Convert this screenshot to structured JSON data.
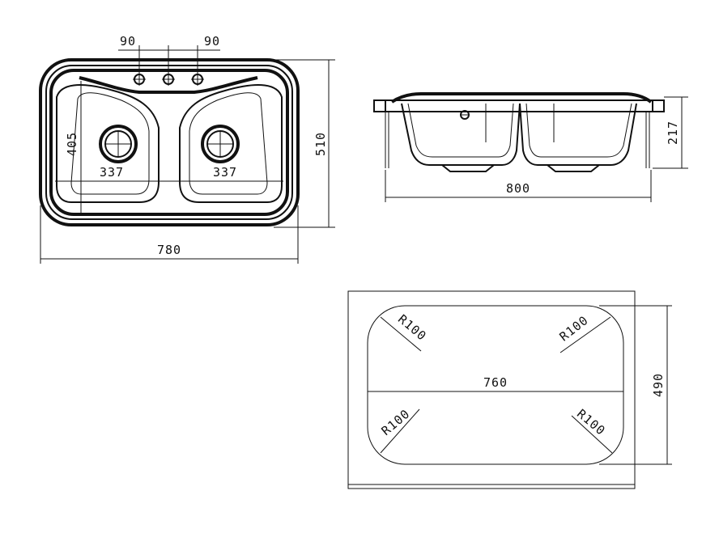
{
  "top_view": {
    "tap_spacing_left": "90",
    "tap_spacing_right": "90",
    "bowl_depth": "405",
    "overall_depth": "510",
    "bowl_width_left": "337",
    "bowl_width_right": "337",
    "overall_width": "780"
  },
  "side_view": {
    "height": "217",
    "width": "800"
  },
  "cutout_view": {
    "width": "760",
    "depth": "490",
    "radius_top_left": "R100",
    "radius_top_right": "R100",
    "radius_bottom_left": "R100",
    "radius_bottom_right": "R100"
  }
}
